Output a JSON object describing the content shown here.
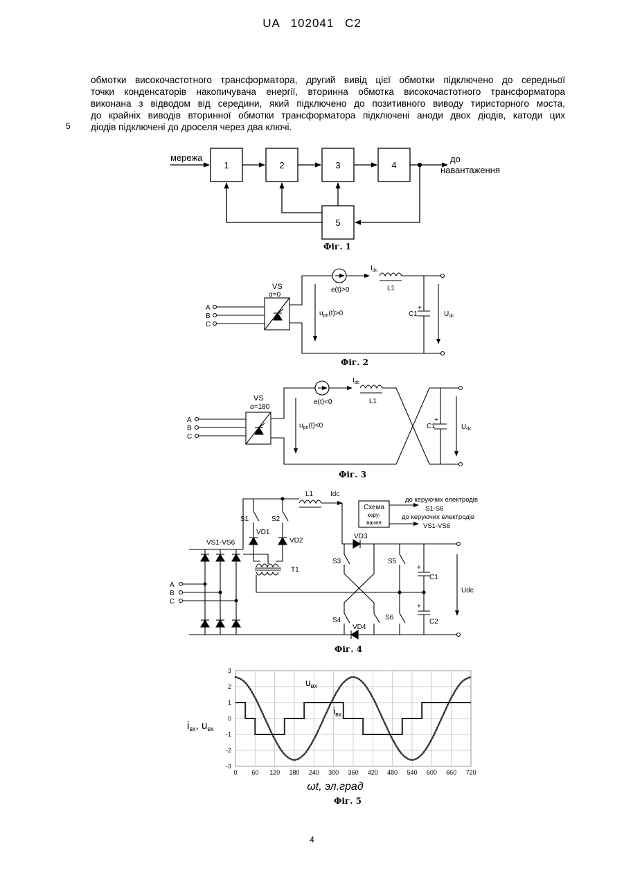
{
  "header": "UA 102041 C2",
  "paragraph_lines": [
    "обмотки високочастотного трансформатора, другий вивід цієї обмотки підключено до середньої",
    "точки конденсаторів накопичувача енергії, вторинна обмотка високочастотного трансформатора",
    "виконана з відводом від середини, який підключено до позитивного виводу тиристорного моста,",
    "до крайніх виводів вторинної обмотки трансформатора підключені аноди двох діодів, катоди цих",
    "діодів підключені до дроселя через два ключі."
  ],
  "line_number": "5",
  "fig1": {
    "caption": "Фіг. 1",
    "input_label": "мережа",
    "output_label_1": "до",
    "output_label_2": "навантаження",
    "blocks": [
      "1",
      "2",
      "3",
      "4",
      "5"
    ]
  },
  "fig2": {
    "caption": "Фіг. 2",
    "vs": "VS",
    "alpha": "α=0",
    "phases": [
      "A",
      "B",
      "C"
    ],
    "emf": "e(t)>0",
    "current": "I",
    "current_sub": "dc",
    "inductor": "L1",
    "capacitor": "C1",
    "volt_main": "u",
    "volt_sub": "pn",
    "volt_rest": "(t)>0",
    "udc": "U",
    "udc_sub": "dc"
  },
  "fig3": {
    "caption": "Фіг. 3",
    "vs": "VS",
    "alpha": "α=180",
    "phases": [
      "A",
      "B",
      "C"
    ],
    "emf": "e(t)<0",
    "current": "I",
    "current_sub": "dc",
    "inductor": "L1",
    "capacitor": "C1",
    "volt_main": "u",
    "volt_sub": "pn",
    "volt_rest": "(t)<0",
    "udc": "U",
    "udc_sub": "dc"
  },
  "fig4": {
    "caption": "Фіг. 4",
    "inductor": "L1",
    "current": "Idc",
    "control_1": "Схема",
    "control_2": "керу-",
    "control_3": "вання",
    "out1_a": "до керуючих електродів",
    "out1_b": "S1-S6",
    "out2_a": "до керуючих електродів",
    "out2_b": "VS1-VS6",
    "bridge": "VS1-VS6",
    "phases": [
      "A",
      "B",
      "C"
    ],
    "s1": "S1",
    "s2": "S2",
    "s3": "S3",
    "s4": "S4",
    "s5": "S5",
    "s6": "S6",
    "vd1": "VD1",
    "vd2": "VD2",
    "vd3": "VD3",
    "vd4": "VD4",
    "t1": "T1",
    "c1": "C1",
    "c2": "C2",
    "udc": "Udc"
  },
  "fig5": {
    "caption": "Фіг. 5",
    "ylabel": "i",
    "ylabel_sub": "вх",
    "ylabel_mid": ", u",
    "ylabel_sub2": "вх",
    "xlabel": "ωt, эл.град",
    "series_u_label": "u",
    "series_u_sub": "вх",
    "series_i_label": "i",
    "series_i_sub": "вх"
  },
  "chart_data": {
    "type": "line",
    "xlim": [
      0,
      720
    ],
    "ylim": [
      -3,
      3
    ],
    "x_ticks": [
      0,
      60,
      120,
      180,
      240,
      300,
      360,
      420,
      480,
      540,
      600,
      660,
      720
    ],
    "y_ticks": [
      3,
      2,
      1,
      0,
      -1,
      -2,
      -3
    ],
    "grid": true,
    "series": [
      {
        "name": "u вх",
        "style": "dotted",
        "x": [
          0,
          30,
          60,
          90,
          120,
          150,
          180,
          210,
          240,
          270,
          300,
          330,
          360,
          390,
          420,
          450,
          480,
          510,
          540,
          570,
          600,
          630,
          660,
          690,
          720
        ],
        "y": [
          2.6,
          2.25,
          1.3,
          0,
          -1.3,
          -2.25,
          -2.6,
          -2.25,
          -1.3,
          0,
          1.3,
          2.25,
          2.6,
          2.25,
          1.3,
          0,
          -1.3,
          -2.25,
          -2.6,
          -2.25,
          -1.3,
          0,
          1.3,
          2.25,
          2.6
        ]
      },
      {
        "name": "i вх",
        "style": "solid-step",
        "x": [
          0,
          30,
          30,
          60,
          60,
          150,
          150,
          180,
          180,
          210,
          210,
          240,
          240,
          330,
          330,
          360,
          360,
          390,
          390,
          420,
          420,
          510,
          510,
          540,
          540,
          570,
          570,
          600,
          600,
          690,
          690,
          720
        ],
        "y": [
          1,
          1,
          0,
          0,
          -1,
          -1,
          0,
          0,
          0,
          0,
          1,
          1,
          1,
          1,
          0,
          0,
          0,
          0,
          -1,
          -1,
          -1,
          -1,
          0,
          0,
          0,
          0,
          1,
          1,
          1,
          1,
          1,
          1
        ]
      }
    ]
  },
  "page_number": "4"
}
